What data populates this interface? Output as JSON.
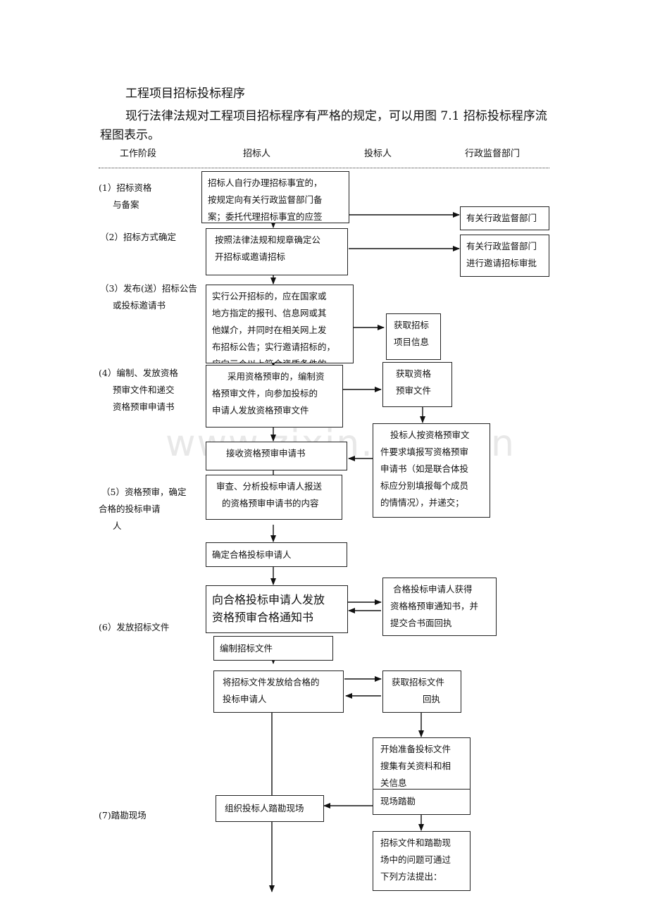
{
  "title": "工程项目招标投标程序",
  "intro": "现行法律法规对工程项目招标程序有严格的规定，可以用图 7.1 招标投标程序流程图表示。",
  "columns": [
    "工作阶段",
    "招标人",
    "投标人",
    "行政监督部门"
  ],
  "stages": [
    [
      "(1）招标资格",
      "与备案"
    ],
    [
      "（2）招标方式确定"
    ],
    [
      "（3）发布(送）招标公告",
      "或投标邀请书"
    ],
    [
      "(4）编制、发放资格",
      "预审文件和递交",
      "资格预审申请书"
    ],
    [
      "（5）资格预审，确定",
      "合格的投标申请",
      "人"
    ],
    [
      "(6）发放招标文件"
    ],
    [
      "(7)踏勘现场"
    ]
  ],
  "boxes": {
    "b1": [
      "招标人自行办理招标事宜的，",
      "按规定向有关行政监督部门备",
      "案；委托代理招标事宜的应签"
    ],
    "b2": [
      "按照法律法规和规章确定公",
      "开招标或邀请招标"
    ],
    "b3": [
      "实行公开招标的，应在国家或",
      "地方指定的报刊、信息网或其",
      "他媒介，并同时在相关网上发",
      "布招标公告；实行邀请招标的，",
      "应向三个以上符合资质条件的"
    ],
    "b4": [
      "采用资格预审的，编制资",
      "格预审文件，向参加投标的",
      "申请人发放资格预审文件"
    ],
    "b5": [
      "接收资格预审申请书"
    ],
    "b6": [
      "审查、分析投标申请人报送",
      "的资格预审申请书的内容"
    ],
    "b7": [
      "确定合格投标申请人"
    ],
    "b8": [
      "向合格投标申请人发放",
      "资格预审合格通知书"
    ],
    "b9": [
      "编制招标文件"
    ],
    "b10": [
      "将招标文件发放给合格的",
      "投标申请人"
    ],
    "b11": [
      "组织投标人踏勘现场"
    ],
    "t1": [
      "获取招标",
      "项目信息"
    ],
    "t2": [
      "获取资格",
      "预审文件"
    ],
    "t3": [
      "投标人按资格预审文",
      "件要求填报写资格预审",
      "申请书（如是联合体投",
      "标应分别填报每个成员",
      "的情情况），并递交；"
    ],
    "t4": [
      "合格投标申请人获得",
      "资格格预审通知书，并",
      "提交合书面回执"
    ],
    "t5": [
      "获取招标文件",
      "回执"
    ],
    "t6": [
      "开始准备投标文件",
      "搜集有关资料和相",
      "关信息"
    ],
    "t7": [
      "现场踏勘"
    ],
    "t8": [
      "招标文件和踏勘现",
      "场中的问题可通过",
      "下列方法提出："
    ],
    "a1": [
      "有关行政监督部门"
    ],
    "a2": [
      "有关行政监督部门",
      "进行邀请招标审批"
    ]
  },
  "watermark": "www.zixin.com.cn"
}
